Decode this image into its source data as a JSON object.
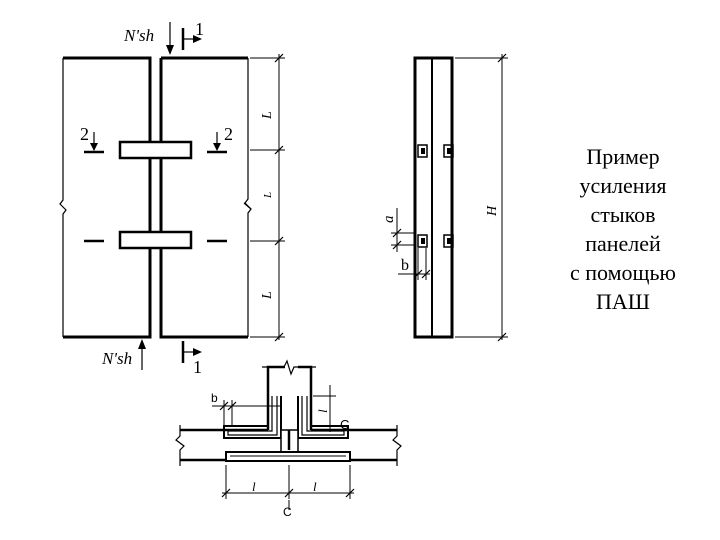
{
  "labels": {
    "force_top": "N'sh",
    "force_bottom": "N'sh",
    "section_top": "1",
    "section_bottom": "1",
    "section_left": "2",
    "section_right": "2",
    "dim_l1": "L",
    "dim_l2": "L",
    "dim_l3": "L",
    "dim_h": "H",
    "dim_a": "a",
    "dim_b": "b",
    "detail_b": "b",
    "detail_l_vertical": "l",
    "detail_l_left": "l",
    "detail_l_right": "l",
    "detail_c_right": "C",
    "detail_c_bottom": "C"
  },
  "caption": [
    "Пример",
    "усиления",
    "стыков",
    "панелей",
    "с помощью",
    "ПАШ"
  ]
}
